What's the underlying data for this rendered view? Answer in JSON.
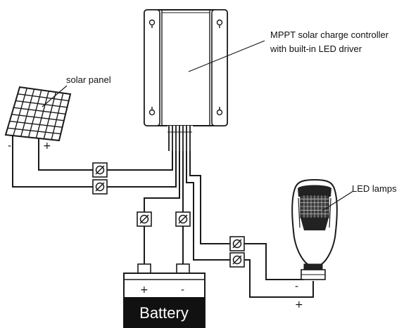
{
  "labels": {
    "solar_panel": "solar panel",
    "controller_line1": "MPPT solar charge controller",
    "controller_line2": "with built-in LED driver",
    "led_lamps": "LED lamps",
    "battery": "Battery"
  },
  "polarity": {
    "panel_negative": "-",
    "panel_positive": "+",
    "battery_positive": "+",
    "battery_negative": "-",
    "lamp_negative": "-",
    "lamp_positive": "+"
  },
  "colors": {
    "line": "#1a1a1a",
    "battery_body": "#111111",
    "battery_text": "#ffffff"
  }
}
